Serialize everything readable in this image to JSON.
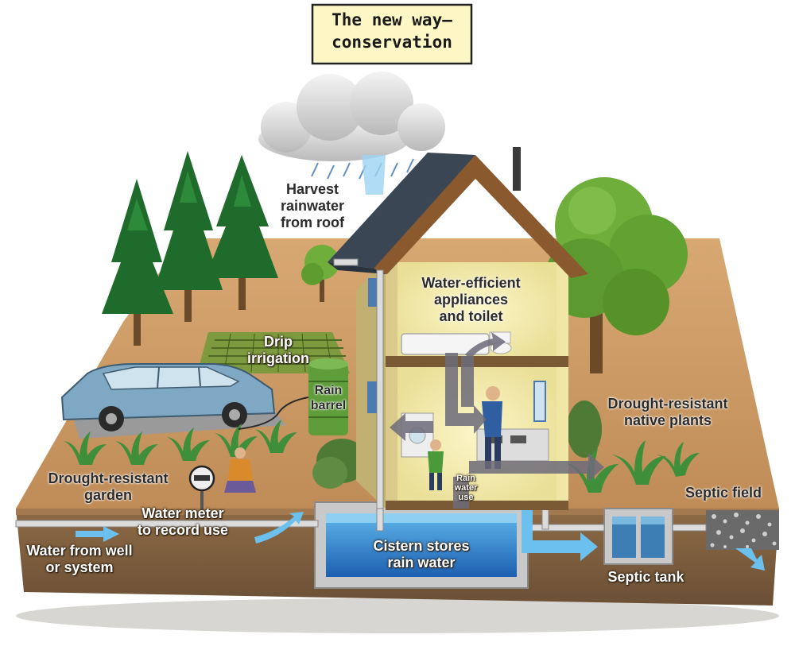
{
  "title": {
    "line1": "The new way—",
    "line2": "conservation"
  },
  "labels": {
    "harvest": [
      "Harvest",
      "rainwater",
      "from roof"
    ],
    "appliances": [
      "Water-efficient",
      "appliances",
      "and toilet"
    ],
    "drip": [
      "Drip",
      "irrigation"
    ],
    "rain_barrel": [
      "Rain",
      "barrel"
    ],
    "drought_native": [
      "Drought-resistant",
      "native plants"
    ],
    "drought_garden": [
      "Drought-resistant",
      "garden"
    ],
    "meter": [
      "Water meter",
      "to record use"
    ],
    "source": [
      "Water from well",
      "or system"
    ],
    "cistern": [
      "Cistern stores",
      "rain water"
    ],
    "rainwater_use": [
      "Rain",
      "water",
      "use"
    ],
    "septic_field": "Septic field",
    "septic_tank": "Septic tank"
  },
  "colors": {
    "soil_top": "#c9955f",
    "soil_side": "#8a6a47",
    "water": "#4aa3dd",
    "house_wall": "#f1e7a6",
    "roof": "#3a4653",
    "tree": "#1f6b2b"
  }
}
